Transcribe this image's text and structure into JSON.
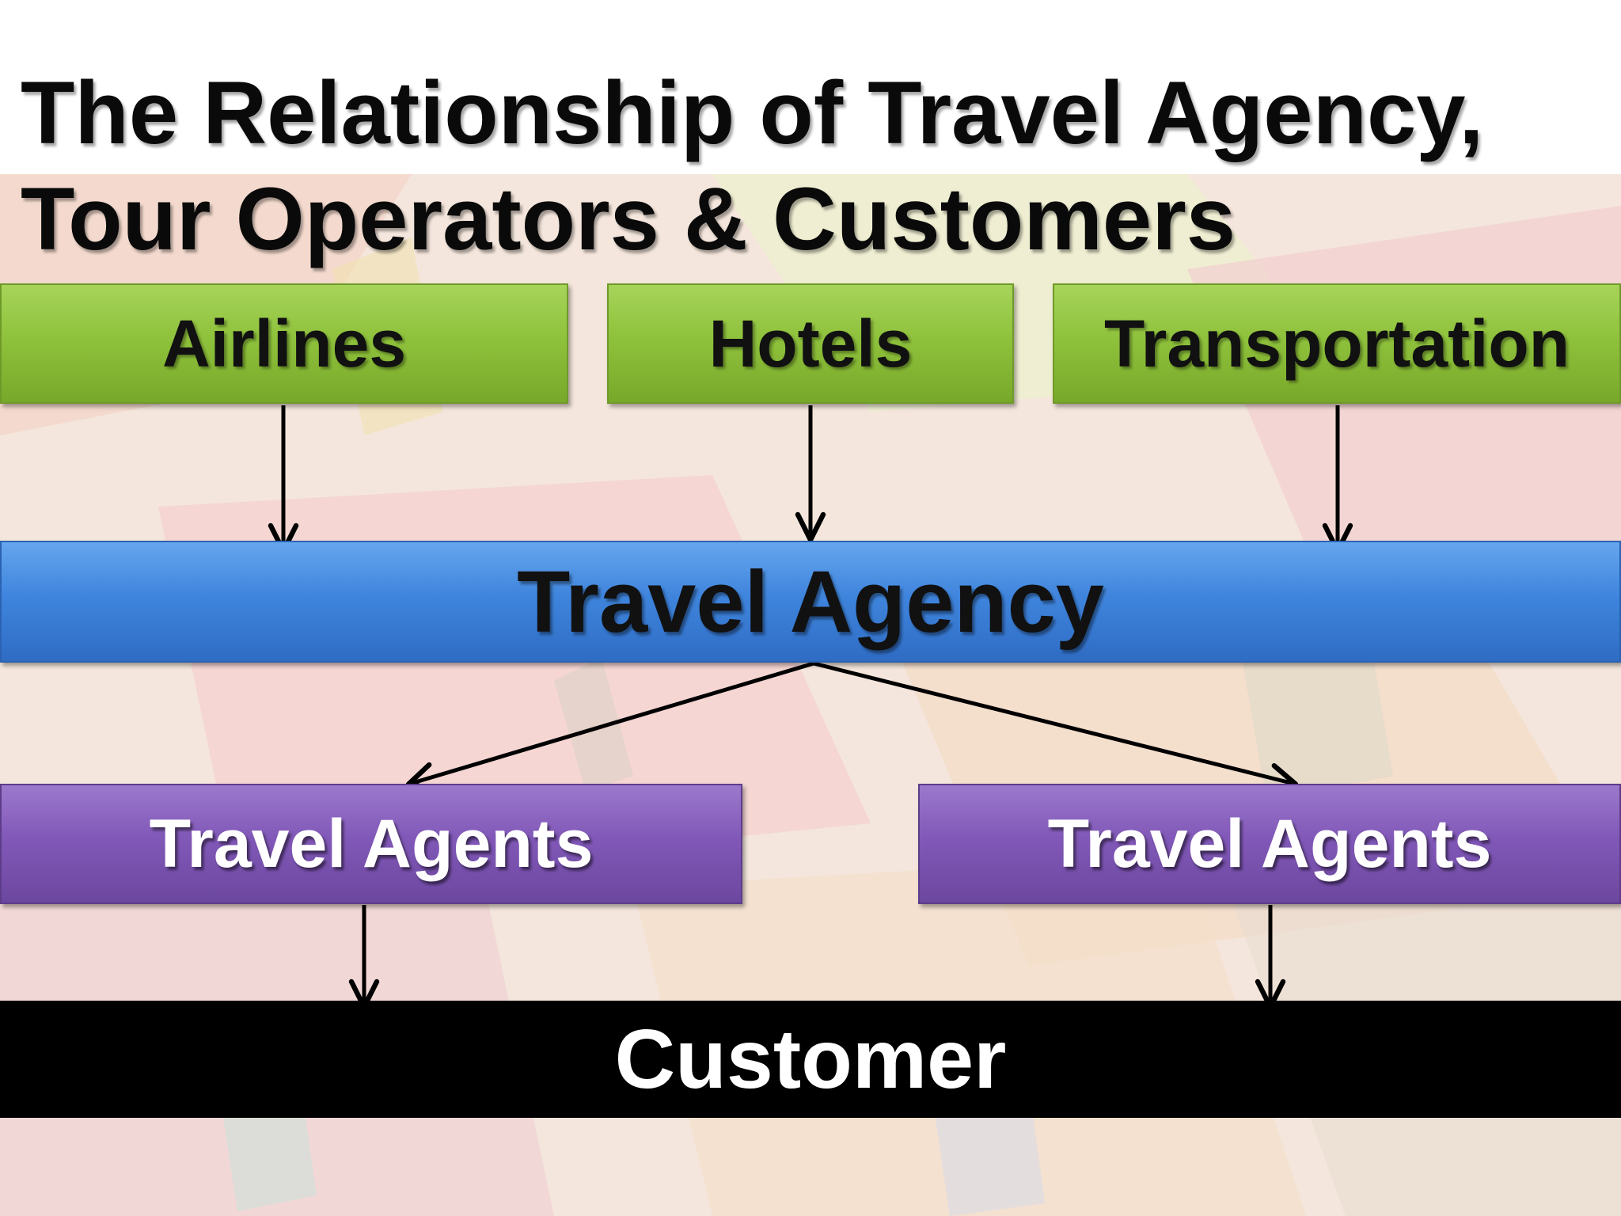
{
  "title": {
    "line1": "The Relationship of Travel Agency,",
    "line2": "Tour Operators & Customers"
  },
  "nodes": {
    "airlines": "Airlines",
    "hotels": "Hotels",
    "transportation": "Transportation",
    "travel_agency": "Travel Agency",
    "travel_agents_left": "Travel Agents",
    "travel_agents_right": "Travel Agents",
    "customer": "Customer"
  },
  "edges": [
    {
      "from": "Airlines",
      "to": "Travel Agency"
    },
    {
      "from": "Hotels",
      "to": "Travel Agency"
    },
    {
      "from": "Transportation",
      "to": "Travel Agency"
    },
    {
      "from": "Travel Agency",
      "to": "Travel Agents (left)"
    },
    {
      "from": "Travel Agency",
      "to": "Travel Agents (right)"
    },
    {
      "from": "Travel Agents (left)",
      "to": "Customer"
    },
    {
      "from": "Travel Agents (right)",
      "to": "Customer"
    }
  ],
  "colors": {
    "supplier_boxes": "#8fc23c",
    "agency_box": "#3f85dd",
    "agent_boxes": "#8158b8",
    "customer_box": "#000000",
    "arrow": "#000000"
  }
}
